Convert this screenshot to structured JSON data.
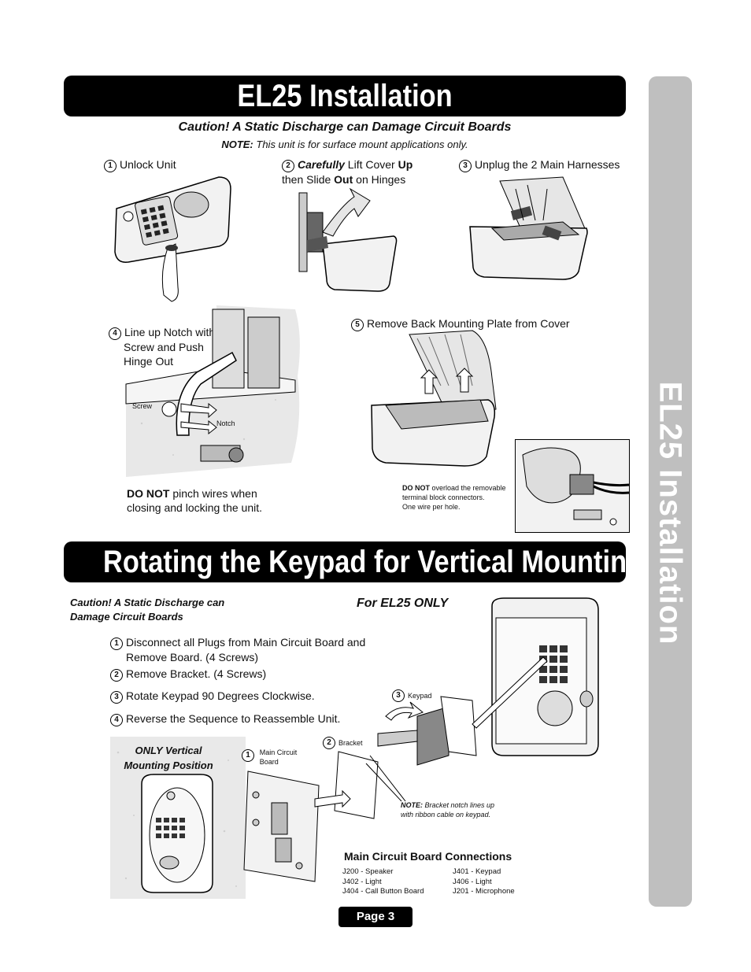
{
  "install": {
    "title": "EL25 Installation",
    "caution": "Caution! A Static Discharge can Damage Circuit Boards",
    "note_label": "NOTE:",
    "note_text": "This unit is for surface mount applications only.",
    "steps": [
      {
        "num": "1",
        "text": "Unlock Unit"
      },
      {
        "num": "2",
        "em": "Carefully",
        "t1": " Lift Cover ",
        "b1": "Up",
        "t2": "then Slide ",
        "b2": "Out",
        "t3": " on Hinges"
      },
      {
        "num": "3",
        "text": "Unplug the 2 Main Harnesses"
      },
      {
        "num": "4",
        "line1": "Line up Notch with",
        "line2": "Screw and Push",
        "line3": "Hinge Out"
      },
      {
        "num": "5",
        "text": "Remove Back Mounting Plate from Cover"
      }
    ],
    "screw_label": "Screw",
    "notch_label": "Notch",
    "donot_label": "DO NOT",
    "donot_line1": " pinch wires when",
    "donot_line2": "closing and locking the unit.",
    "overload_label": "DO NOT",
    "overload_line1": " overload the removable",
    "overload_line2": "terminal block connectors.",
    "overload_line3": "One wire per hole."
  },
  "rotate": {
    "title": "Rotating the Keypad for Vertical Mounting",
    "caution_line1": "Caution! A Static Discharge can",
    "caution_line2": "Damage Circuit Boards",
    "for_only": "For EL25 ONLY",
    "steps": [
      {
        "num": "1",
        "line1": "Disconnect all Plugs from Main Circuit Board and",
        "line2": "Remove Board. (4 Screws)"
      },
      {
        "num": "2",
        "line1": "Remove Bracket. (4 Screws)"
      },
      {
        "num": "3",
        "line1": "Rotate Keypad 90 Degrees Clockwise."
      },
      {
        "num": "4",
        "line1": "Reverse the Sequence to Reassemble Unit."
      }
    ],
    "vertical_line1": "ONLY Vertical",
    "vertical_line2": "Mounting Position",
    "label_board_line1": "Main Circuit",
    "label_board_line2": "Board",
    "label_bracket": "Bracket",
    "label_keypad": "Keypad",
    "bracket_note_label": "NOTE:",
    "bracket_note_line1": " Bracket notch lines up",
    "bracket_note_line2": "with ribbon cable on keypad.",
    "connections_title": "Main Circuit Board Connections",
    "connections_left": [
      "J200 - Speaker",
      "J402 - Light",
      "J404 - Call Button Board"
    ],
    "connections_right": [
      "J401 - Keypad",
      "J406 - Light",
      "J201 - Microphone"
    ]
  },
  "side_tab": "EL25 Installation",
  "page": "Page 3"
}
